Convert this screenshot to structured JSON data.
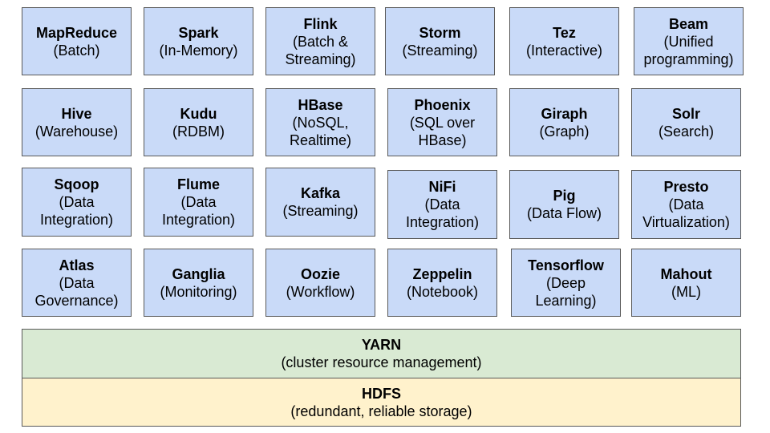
{
  "colors": {
    "component_fill": "#c9daf8",
    "yarn_fill": "#d9ead3",
    "hdfs_fill": "#fff2cc",
    "border": "#595959"
  },
  "rows": [
    [
      {
        "name": "MapReduce",
        "desc": [
          "(Batch)"
        ]
      },
      {
        "name": "Spark",
        "desc": [
          "(In-Memory)"
        ]
      },
      {
        "name": "Flink",
        "desc": [
          "(Batch &",
          "Streaming)"
        ]
      },
      {
        "name": "Storm",
        "desc": [
          "(Streaming)"
        ]
      },
      {
        "name": "Tez",
        "desc": [
          "(Interactive)"
        ]
      },
      {
        "name": "Beam",
        "desc": [
          "(Unified",
          "programming)"
        ]
      }
    ],
    [
      {
        "name": "Hive",
        "desc": [
          "(Warehouse)"
        ]
      },
      {
        "name": "Kudu",
        "desc": [
          "(RDBM)"
        ]
      },
      {
        "name": "HBase",
        "desc": [
          "(NoSQL,",
          "Realtime)"
        ]
      },
      {
        "name": "Phoenix",
        "desc": [
          "(SQL over",
          "HBase)"
        ]
      },
      {
        "name": "Giraph",
        "desc": [
          "(Graph)"
        ]
      },
      {
        "name": "Solr",
        "desc": [
          "(Search)"
        ]
      }
    ],
    [
      {
        "name": "Sqoop",
        "desc": [
          "(Data",
          "Integration)"
        ]
      },
      {
        "name": "Flume",
        "desc": [
          "(Data",
          "Integration)"
        ]
      },
      {
        "name": "Kafka",
        "desc": [
          "(Streaming)"
        ]
      },
      {
        "name": "NiFi",
        "desc": [
          "(Data",
          "Integration)"
        ]
      },
      {
        "name": "Pig",
        "desc": [
          "(Data Flow)"
        ]
      },
      {
        "name": "Presto",
        "desc": [
          "(Data",
          "Virtualization)"
        ]
      }
    ],
    [
      {
        "name": "Atlas",
        "desc": [
          "(Data",
          "Governance)"
        ]
      },
      {
        "name": "Ganglia",
        "desc": [
          "(Monitoring)"
        ]
      },
      {
        "name": "Oozie",
        "desc": [
          "(Workflow)"
        ]
      },
      {
        "name": "Zeppelin",
        "desc": [
          "(Notebook)"
        ]
      },
      {
        "name": "Tensorflow",
        "desc": [
          "(Deep",
          "Learning)"
        ]
      },
      {
        "name": "Mahout",
        "desc": [
          "(ML)"
        ]
      }
    ]
  ],
  "layers": {
    "yarn": {
      "name": "YARN",
      "desc": "(cluster resource management)"
    },
    "hdfs": {
      "name": "HDFS",
      "desc": "(redundant, reliable storage)"
    }
  }
}
